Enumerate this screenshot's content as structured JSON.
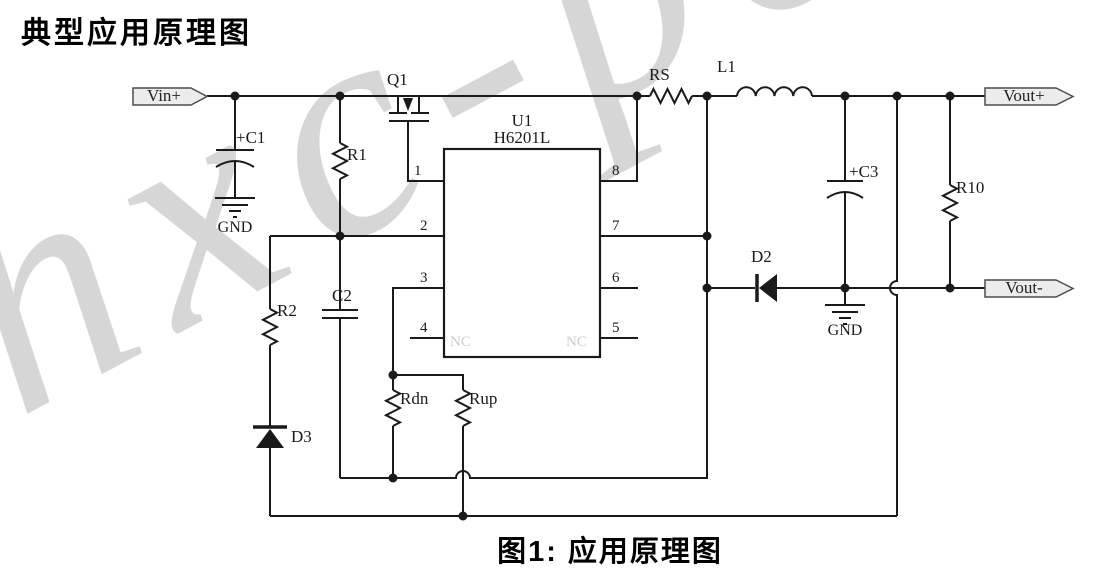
{
  "title": "典型应用原理图",
  "caption": "图1: 应用原理图",
  "watermark_text": "hxc-po",
  "colors": {
    "wire": "#1a1a1a",
    "terminal_fill": "#ececec",
    "watermark_gray": "#c9c9c9",
    "nc_text": "#c8cdd0"
  },
  "terminals": {
    "input_pos": "Vin+",
    "output_pos": "Vout+",
    "output_neg": "Vout-"
  },
  "ic": {
    "ref": "U1",
    "part": "H6201L",
    "left_pins": [
      "1",
      "2",
      "3",
      "4"
    ],
    "right_pins": [
      "8",
      "7",
      "6",
      "5"
    ],
    "pin4_inner_label": "NC",
    "pin5_inner_label": "NC"
  },
  "components": {
    "q1": "Q1",
    "c1": "+C1",
    "c2": "C2",
    "c3": "+C3",
    "r1": "R1",
    "r2": "R2",
    "r10": "R10",
    "rs": "RS",
    "rdn": "Rdn",
    "rup": "Rup",
    "l1": "L1",
    "d2": "D2",
    "d3": "D3"
  },
  "grounds": {
    "input": "GND",
    "output": "GND"
  }
}
